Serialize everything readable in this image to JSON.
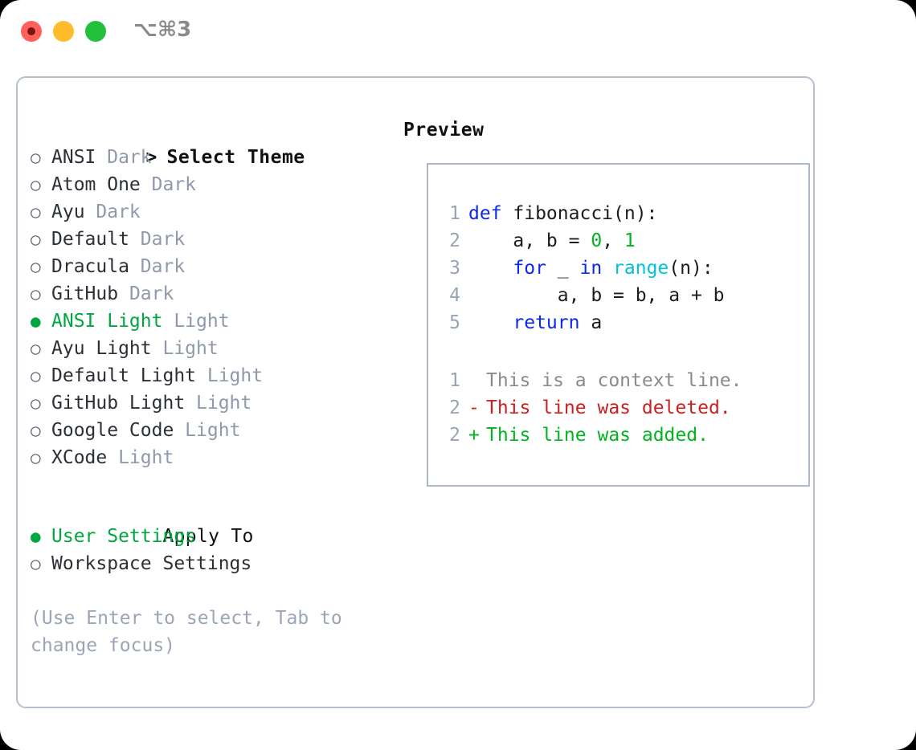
{
  "titlebar": {
    "shortcut_label": "⌥⌘3",
    "buttons": [
      {
        "name": "close",
        "color": "#ff6159",
        "recording": true
      },
      {
        "name": "minimize",
        "color": "#ffbd2e",
        "recording": false
      },
      {
        "name": "zoom",
        "color": "#21c23a",
        "recording": false
      }
    ]
  },
  "accent": {
    "selected_green": "#00a63e",
    "tag_gray": "#8e99ab",
    "hint_gray": "#9aa5b6",
    "border": "#b6bfcd"
  },
  "theme_picker": {
    "caret": ">",
    "bullet_selected": "●",
    "bullet_unselected": "○",
    "title": "Select Theme",
    "items": [
      {
        "name": "ANSI",
        "tag": "Dark",
        "selected": false
      },
      {
        "name": "Atom One",
        "tag": "Dark",
        "selected": false
      },
      {
        "name": "Ayu",
        "tag": "Dark",
        "selected": false
      },
      {
        "name": "Default",
        "tag": "Dark",
        "selected": false
      },
      {
        "name": "Dracula",
        "tag": "Dark",
        "selected": false
      },
      {
        "name": "GitHub",
        "tag": "Dark",
        "selected": false
      },
      {
        "name": "ANSI Light",
        "tag": "Light",
        "selected": true
      },
      {
        "name": "Ayu Light",
        "tag": "Light",
        "selected": false
      },
      {
        "name": "Default Light",
        "tag": "Light",
        "selected": false
      },
      {
        "name": "GitHub Light",
        "tag": "Light",
        "selected": false
      },
      {
        "name": "Google Code",
        "tag": "Light",
        "selected": false
      },
      {
        "name": "XCode",
        "tag": "Light",
        "selected": false
      }
    ]
  },
  "apply_to": {
    "title": "Apply To",
    "options": [
      {
        "label": "User Settings",
        "selected": true
      },
      {
        "label": "Workspace Settings",
        "selected": false
      }
    ]
  },
  "hint": "(Use Enter to select, Tab to change focus)",
  "preview": {
    "title": "Preview",
    "code_lines": [
      {
        "n": "1",
        "tokens": [
          {
            "t": "def",
            "c": "kw"
          },
          {
            "t": " fibonacci(n):",
            "c": "plain"
          }
        ]
      },
      {
        "n": "2",
        "tokens": [
          {
            "t": "    a, b = ",
            "c": "plain"
          },
          {
            "t": "0",
            "c": "num"
          },
          {
            "t": ", ",
            "c": "plain"
          },
          {
            "t": "1",
            "c": "num"
          }
        ]
      },
      {
        "n": "3",
        "tokens": [
          {
            "t": "    ",
            "c": "plain"
          },
          {
            "t": "for",
            "c": "kw"
          },
          {
            "t": " _ ",
            "c": "plain"
          },
          {
            "t": "in",
            "c": "kw"
          },
          {
            "t": " ",
            "c": "plain"
          },
          {
            "t": "range",
            "c": "fn"
          },
          {
            "t": "(n):",
            "c": "plain"
          }
        ]
      },
      {
        "n": "4",
        "tokens": [
          {
            "t": "        a, b = b, a + b",
            "c": "plain"
          }
        ]
      },
      {
        "n": "5",
        "tokens": [
          {
            "t": "    ",
            "c": "plain"
          },
          {
            "t": "return",
            "c": "kw"
          },
          {
            "t": " a",
            "c": "plain"
          }
        ]
      }
    ],
    "diff_lines": [
      {
        "n": "1",
        "sign": " ",
        "text": "This is a context line.",
        "kind": "ctx"
      },
      {
        "n": "2",
        "sign": "-",
        "text": "This line was deleted.",
        "kind": "del"
      },
      {
        "n": "2",
        "sign": "+",
        "text": "This line was added.",
        "kind": "add"
      }
    ]
  }
}
